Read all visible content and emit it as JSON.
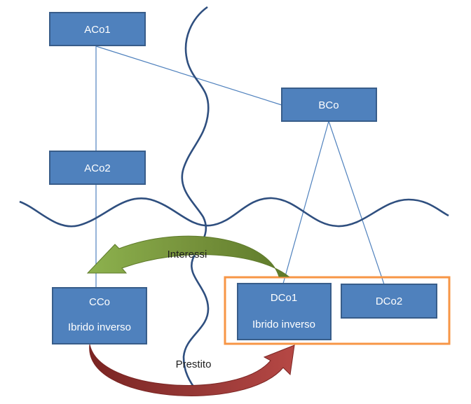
{
  "diagram": {
    "nodes": {
      "aco1": {
        "label": "ACo1"
      },
      "aco2": {
        "label": "ACo2"
      },
      "bco": {
        "label": "BCo"
      },
      "cco": {
        "label": "CCo",
        "sublabel": "Ibrido inverso"
      },
      "dco1": {
        "label": "DCo1",
        "sublabel": "Ibrido inverso"
      },
      "dco2": {
        "label": "DCo2"
      }
    },
    "flows": {
      "interessi": {
        "label": "Interessi",
        "color": "#77933C"
      },
      "prestito": {
        "label": "Prestito",
        "color": "#953735"
      }
    },
    "colors": {
      "box_fill": "#4F81BD",
      "box_border": "#385D8A",
      "connector": "#4F81BD",
      "wave": "#2F4F7F",
      "group_border": "#F79646"
    }
  }
}
